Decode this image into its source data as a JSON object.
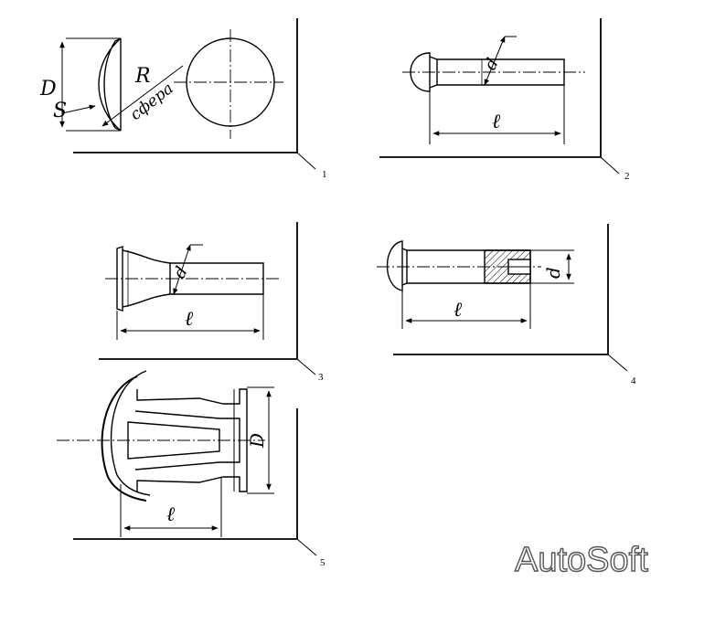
{
  "figures": [
    {
      "number": "1",
      "labels": {
        "diameter": "D",
        "thickness": "S",
        "radius": "R",
        "sphere": "сфера"
      }
    },
    {
      "number": "2",
      "labels": {
        "diameter": "d",
        "length": "ℓ"
      }
    },
    {
      "number": "3",
      "labels": {
        "diameter": "d",
        "length": "ℓ"
      }
    },
    {
      "number": "4",
      "labels": {
        "diameter": "d",
        "length": "ℓ"
      }
    },
    {
      "number": "5",
      "labels": {
        "diameter": "D",
        "length": "ℓ"
      }
    }
  ],
  "watermark": "AutoSoft"
}
